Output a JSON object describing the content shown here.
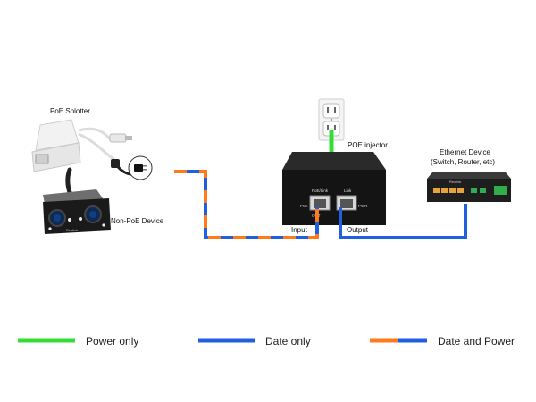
{
  "labels": {
    "poe_splitter": "PoE Splotter",
    "non_poe_device": "Non-PoE Device",
    "poe_injector": "POE injector",
    "ethernet_device_line1": "Ethernet Device",
    "ethernet_device_line2": "(Switch, Router, etc)",
    "input": "Input",
    "output": "Output",
    "injector_port_left_top": "PoE/Link",
    "injector_port_right_top": "Link",
    "injector_port_left_side": "PoE",
    "injector_port_right_side": "PWR",
    "injector_port_bottom": "OUT",
    "camera_brand": "Reolink",
    "switch_brand": "Reolink"
  },
  "legend": [
    {
      "label": "Power only",
      "colors": [
        "#33dd33"
      ]
    },
    {
      "label": "Date only",
      "colors": [
        "#1f5fe0"
      ]
    },
    {
      "label": "Date and Power",
      "colors": [
        "#ff7a1a",
        "#1f5fe0"
      ]
    }
  ],
  "colors": {
    "power": "#33dd33",
    "data": "#1f5fe0",
    "poe": "#ff7a1a"
  }
}
